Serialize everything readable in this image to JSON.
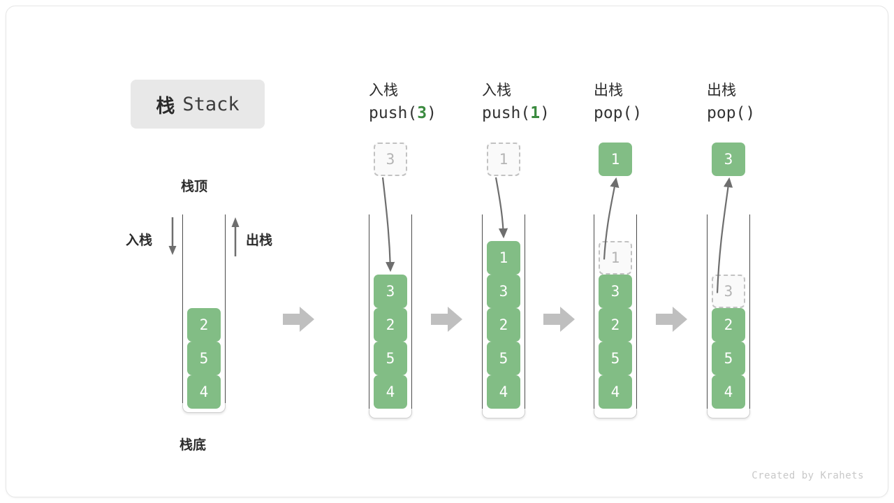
{
  "title": {
    "cn": "栈",
    "en": "Stack"
  },
  "footer": "Created by Krahets",
  "colors": {
    "element_green": "#82bd85",
    "arg_green": "#3a8a3f",
    "ghost_gray": "#b4b4b4",
    "arrow_gray": "#bfbfbf",
    "curve_gray": "#6e6e6e",
    "badge_bg": "#e8e8e8"
  },
  "left_diagram": {
    "top_label": "栈顶",
    "bottom_label": "栈底",
    "push_label": "入栈",
    "pop_label": "出栈",
    "elements": [
      "2",
      "5",
      "4"
    ]
  },
  "steps": [
    {
      "id": "push-3",
      "op_cn": "入栈",
      "op_code_prefix": "push(",
      "op_code_arg": "3",
      "op_code_suffix": ")",
      "kind": "push",
      "floating": {
        "value": "3",
        "style": "ghost"
      },
      "stack": [
        {
          "value": "3",
          "style": "solid"
        },
        {
          "value": "2",
          "style": "solid"
        },
        {
          "value": "5",
          "style": "solid"
        },
        {
          "value": "4",
          "style": "solid"
        }
      ]
    },
    {
      "id": "push-1",
      "op_cn": "入栈",
      "op_code_prefix": "push(",
      "op_code_arg": "1",
      "op_code_suffix": ")",
      "kind": "push",
      "floating": {
        "value": "1",
        "style": "ghost"
      },
      "stack": [
        {
          "value": "1",
          "style": "solid"
        },
        {
          "value": "3",
          "style": "solid"
        },
        {
          "value": "2",
          "style": "solid"
        },
        {
          "value": "5",
          "style": "solid"
        },
        {
          "value": "4",
          "style": "solid"
        }
      ]
    },
    {
      "id": "pop-1",
      "op_cn": "出栈",
      "op_code_prefix": "pop(",
      "op_code_arg": "",
      "op_code_suffix": ")",
      "kind": "pop",
      "floating": {
        "value": "1",
        "style": "solid"
      },
      "stack": [
        {
          "value": "1",
          "style": "ghost"
        },
        {
          "value": "3",
          "style": "solid"
        },
        {
          "value": "2",
          "style": "solid"
        },
        {
          "value": "5",
          "style": "solid"
        },
        {
          "value": "4",
          "style": "solid"
        }
      ]
    },
    {
      "id": "pop-3",
      "op_cn": "出栈",
      "op_code_prefix": "pop(",
      "op_code_arg": "",
      "op_code_suffix": ")",
      "kind": "pop",
      "floating": {
        "value": "3",
        "style": "solid"
      },
      "stack": [
        {
          "value": "3",
          "style": "ghost"
        },
        {
          "value": "2",
          "style": "solid"
        },
        {
          "value": "5",
          "style": "solid"
        },
        {
          "value": "4",
          "style": "solid"
        }
      ]
    }
  ]
}
